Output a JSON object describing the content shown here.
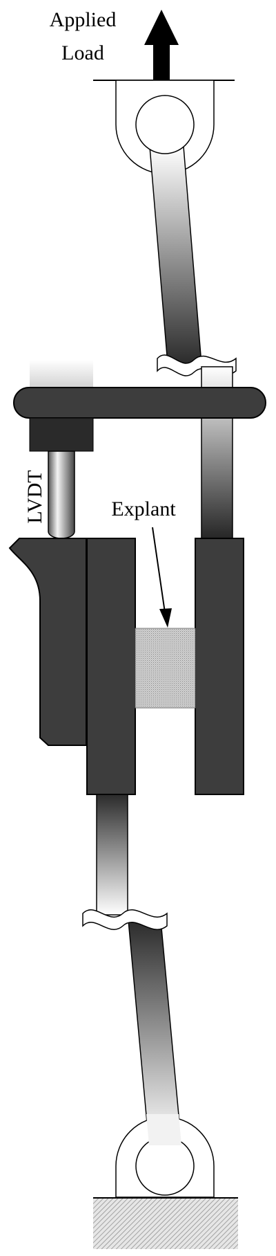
{
  "labels": {
    "applied_line1": "Applied",
    "applied_line2": "Load",
    "lvdt": "LVDT",
    "explant": "Explant"
  },
  "colors": {
    "dark_block": "#3d3d3d",
    "outline": "#000000",
    "background": "#ffffff"
  }
}
